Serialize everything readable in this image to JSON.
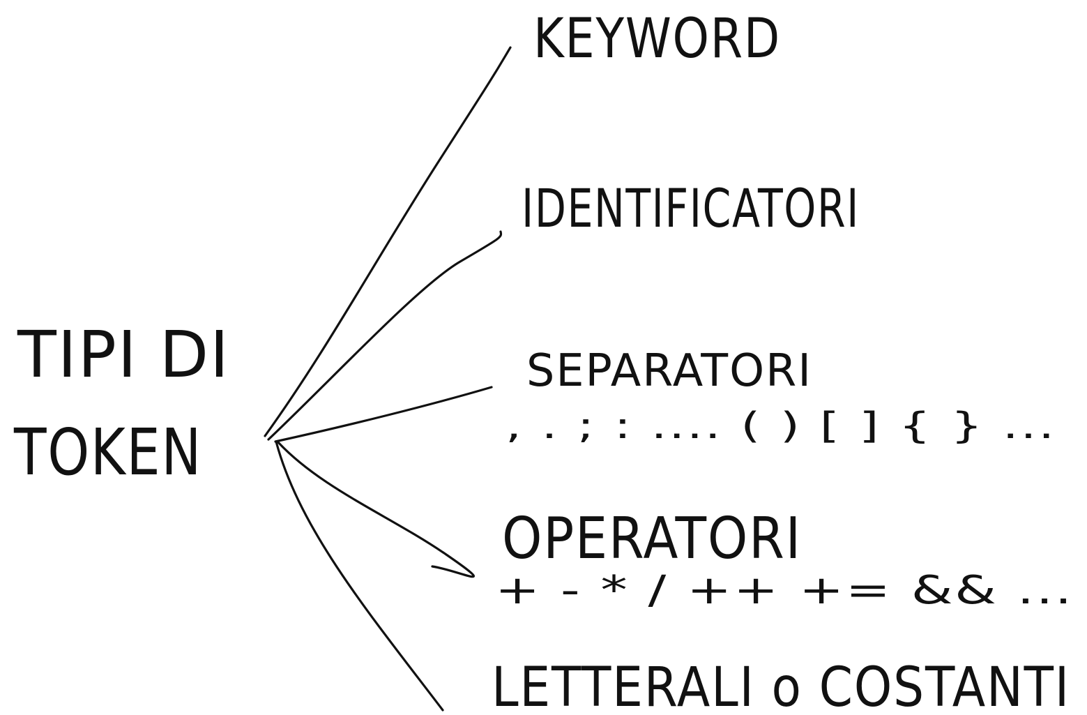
{
  "root": {
    "line1": "TIPI DI",
    "line2": "TOKEN"
  },
  "branches": [
    {
      "label": "KEYWORD",
      "examples": ""
    },
    {
      "label": "IDENTIFICATORI",
      "examples": ""
    },
    {
      "label": "SEPARATORI",
      "examples": ", . ; :  ....  ( )  [ ]  { }  ..."
    },
    {
      "label": "OPERATORI",
      "examples": "+  -  *  /   ++    +=  &&   ..."
    },
    {
      "label": "LETTERALI o COSTANTI",
      "examples": ""
    }
  ],
  "colors": {
    "ink": "#111111",
    "background": "#ffffff"
  }
}
